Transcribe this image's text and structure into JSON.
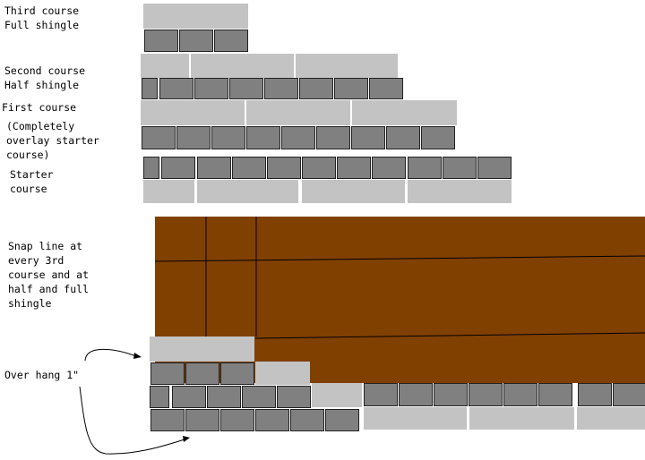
{
  "labels": {
    "third_course": "Third course\nFull shingle",
    "second_course": "Second course\nHalf shingle",
    "first_course_title": "First course",
    "first_course_note": "(Completely\noverlay starter\ncourse)",
    "starter_course": "Starter\ncourse",
    "snap_line": "Snap line at\nevery 3rd\ncourse and at\nhalf and full\nshingle",
    "overhang": "Over hang 1\""
  },
  "colors": {
    "shingle_top": "#c3c3c3",
    "tab_fill": "#808080",
    "tab_stroke": "#222222",
    "deck": "#804000",
    "line": "#000000"
  }
}
